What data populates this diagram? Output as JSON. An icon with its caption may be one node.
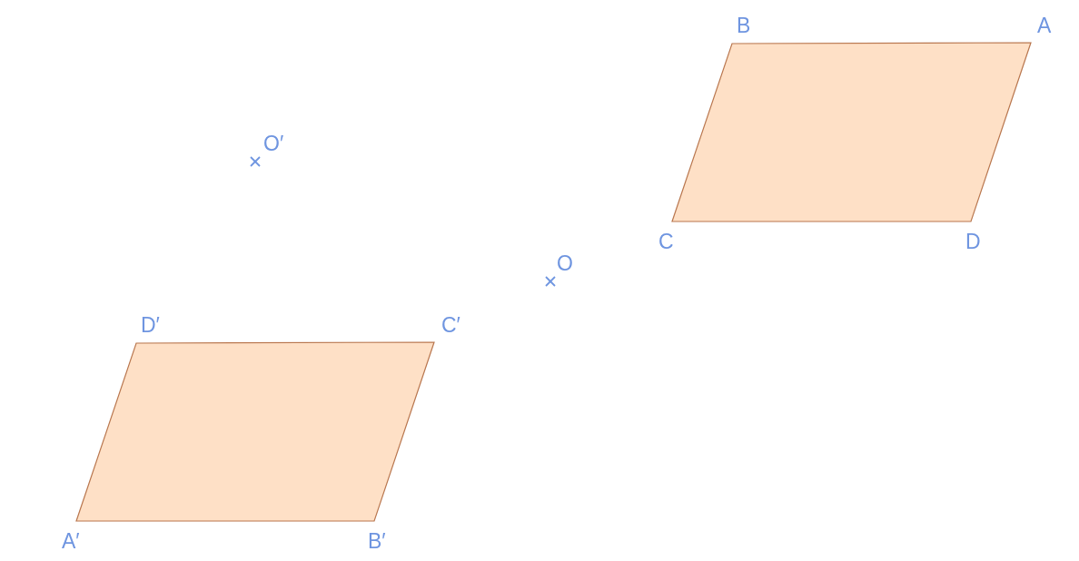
{
  "diagram": {
    "labels": [
      "B",
      "A",
      "O′",
      "C",
      "D",
      "O",
      "D′",
      "C′",
      "A′",
      "B′"
    ]
  }
}
